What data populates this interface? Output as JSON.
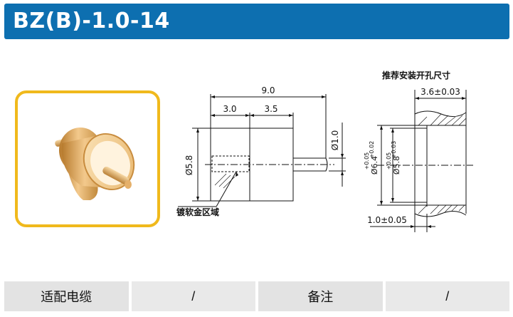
{
  "title": "BZ(B)-1.0-14",
  "drawing": {
    "dim_total": "9.0",
    "dim_a": "3.0",
    "dim_b": "3.5",
    "dim_body_dia": "Ø5.8",
    "dim_pin_dia": "Ø1.0",
    "plating_note": "镀软金区域"
  },
  "install": {
    "title": "推荐安装开孔尺寸",
    "depth": "3.6±0.03",
    "outer_dia": "Ø6.4",
    "outer_tol_upper": "+0.05",
    "outer_tol_lower": "+0.02",
    "inner_dia": "Ø5.8",
    "inner_tol_upper": "+0.05",
    "inner_tol_lower": "+0.03",
    "step": "1.0±0.05"
  },
  "table": [
    {
      "label": "适配电缆",
      "value": "/"
    },
    {
      "label": "备注",
      "value": "/"
    }
  ]
}
